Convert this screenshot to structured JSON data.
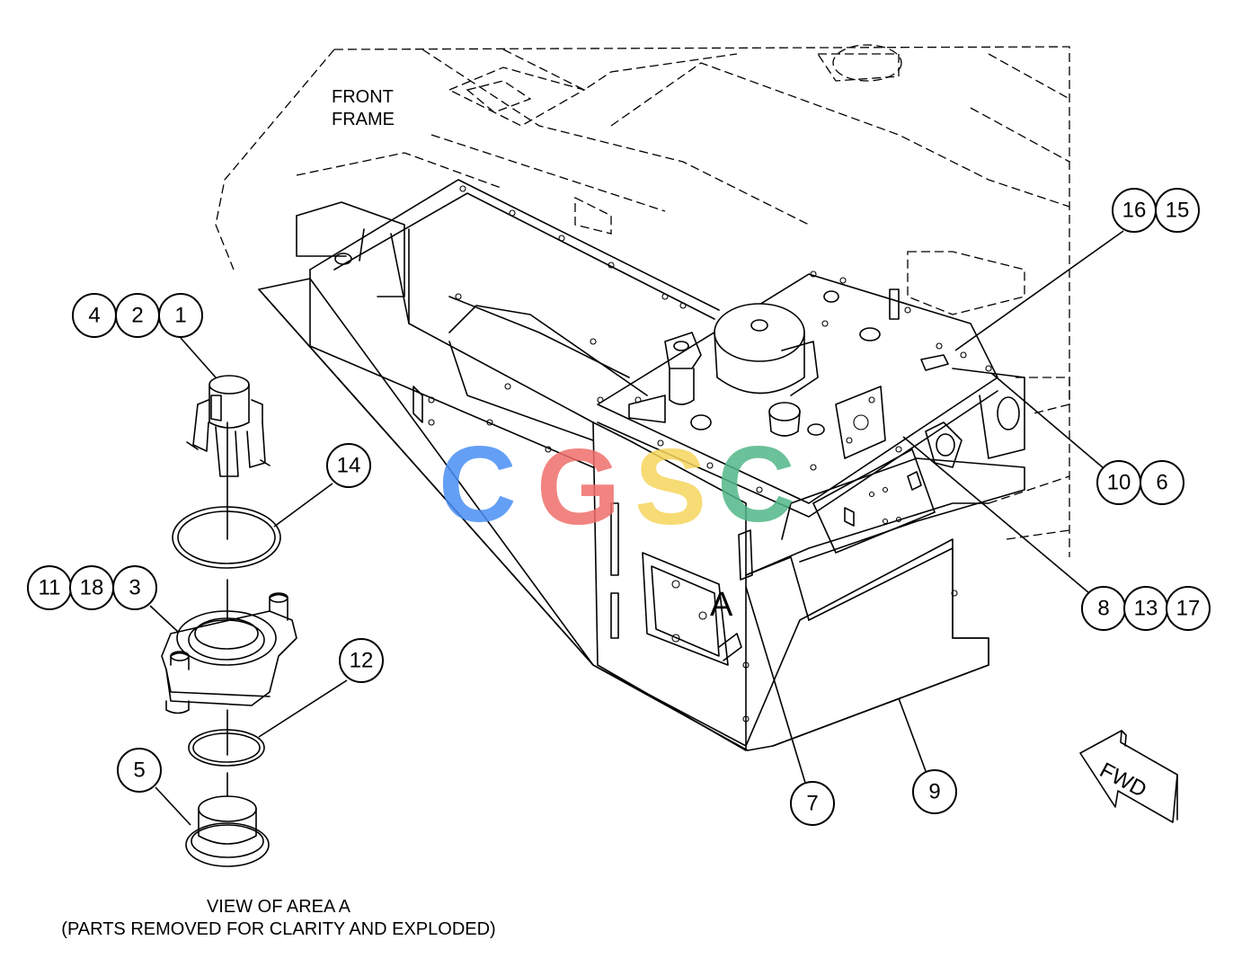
{
  "labels": {
    "front_frame_line1": "FRONT",
    "front_frame_line2": "FRAME",
    "area_marker": "A",
    "fwd": "FWD",
    "caption_line1": "VIEW OF AREA A",
    "caption_line2": "(PARTS REMOVED FOR CLARITY AND EXPLODED)"
  },
  "watermark": {
    "letters": [
      "C",
      "G",
      "S",
      "C"
    ],
    "colors": [
      "#4a8ff5",
      "#ef6f6a",
      "#f6d55c",
      "#52b788"
    ]
  },
  "callouts": {
    "c1": "1",
    "c2": "2",
    "c3": "3",
    "c4": "4",
    "c5": "5",
    "c6": "6",
    "c7": "7",
    "c8": "8",
    "c9": "9",
    "c10": "10",
    "c11": "11",
    "c12": "12",
    "c13": "13",
    "c14": "14",
    "c15": "15",
    "c16": "16",
    "c17": "17",
    "c18": "18"
  }
}
